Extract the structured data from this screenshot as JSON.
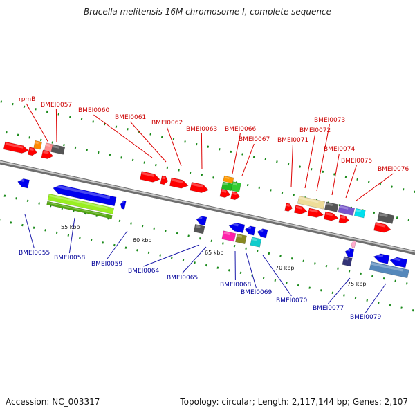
{
  "title": "Brucella melitensis 16M chromosome I, complete sequence",
  "footer": {
    "accession": "Accession: NC_003317",
    "topology": "Topology: circular; Length: 2,117,144 bp; Genes: 2,107"
  },
  "colors": {
    "backbone": "#8c8c8c",
    "tick": "#1a8a1a",
    "label_top": "#cc0000",
    "label_bottom": "#000099",
    "leader_top": "#dd0000",
    "leader_bottom": "#1a1aaa"
  },
  "scale_labels": [
    "55 kbp",
    "60 kbp",
    "65 kbp",
    "70 kbp",
    "75 kbp"
  ],
  "genes_top": [
    "rpmB",
    "BMEI0057",
    "BMEI0060",
    "BMEI0061",
    "BMEI0062",
    "BMEI0063",
    "BMEI0066",
    "BMEI0067",
    "BMEI0071",
    "BMEI0072",
    "BMEI0073",
    "BMEI0074",
    "BMEI0075",
    "BMEI0076"
  ],
  "genes_bottom": [
    "BMEI0055",
    "BMEI0058",
    "BMEI0059",
    "BMEI0064",
    "BMEI0065",
    "BMEI0068",
    "BMEI0069",
    "BMEI0070",
    "BMEI0077",
    "BMEI0079"
  ]
}
